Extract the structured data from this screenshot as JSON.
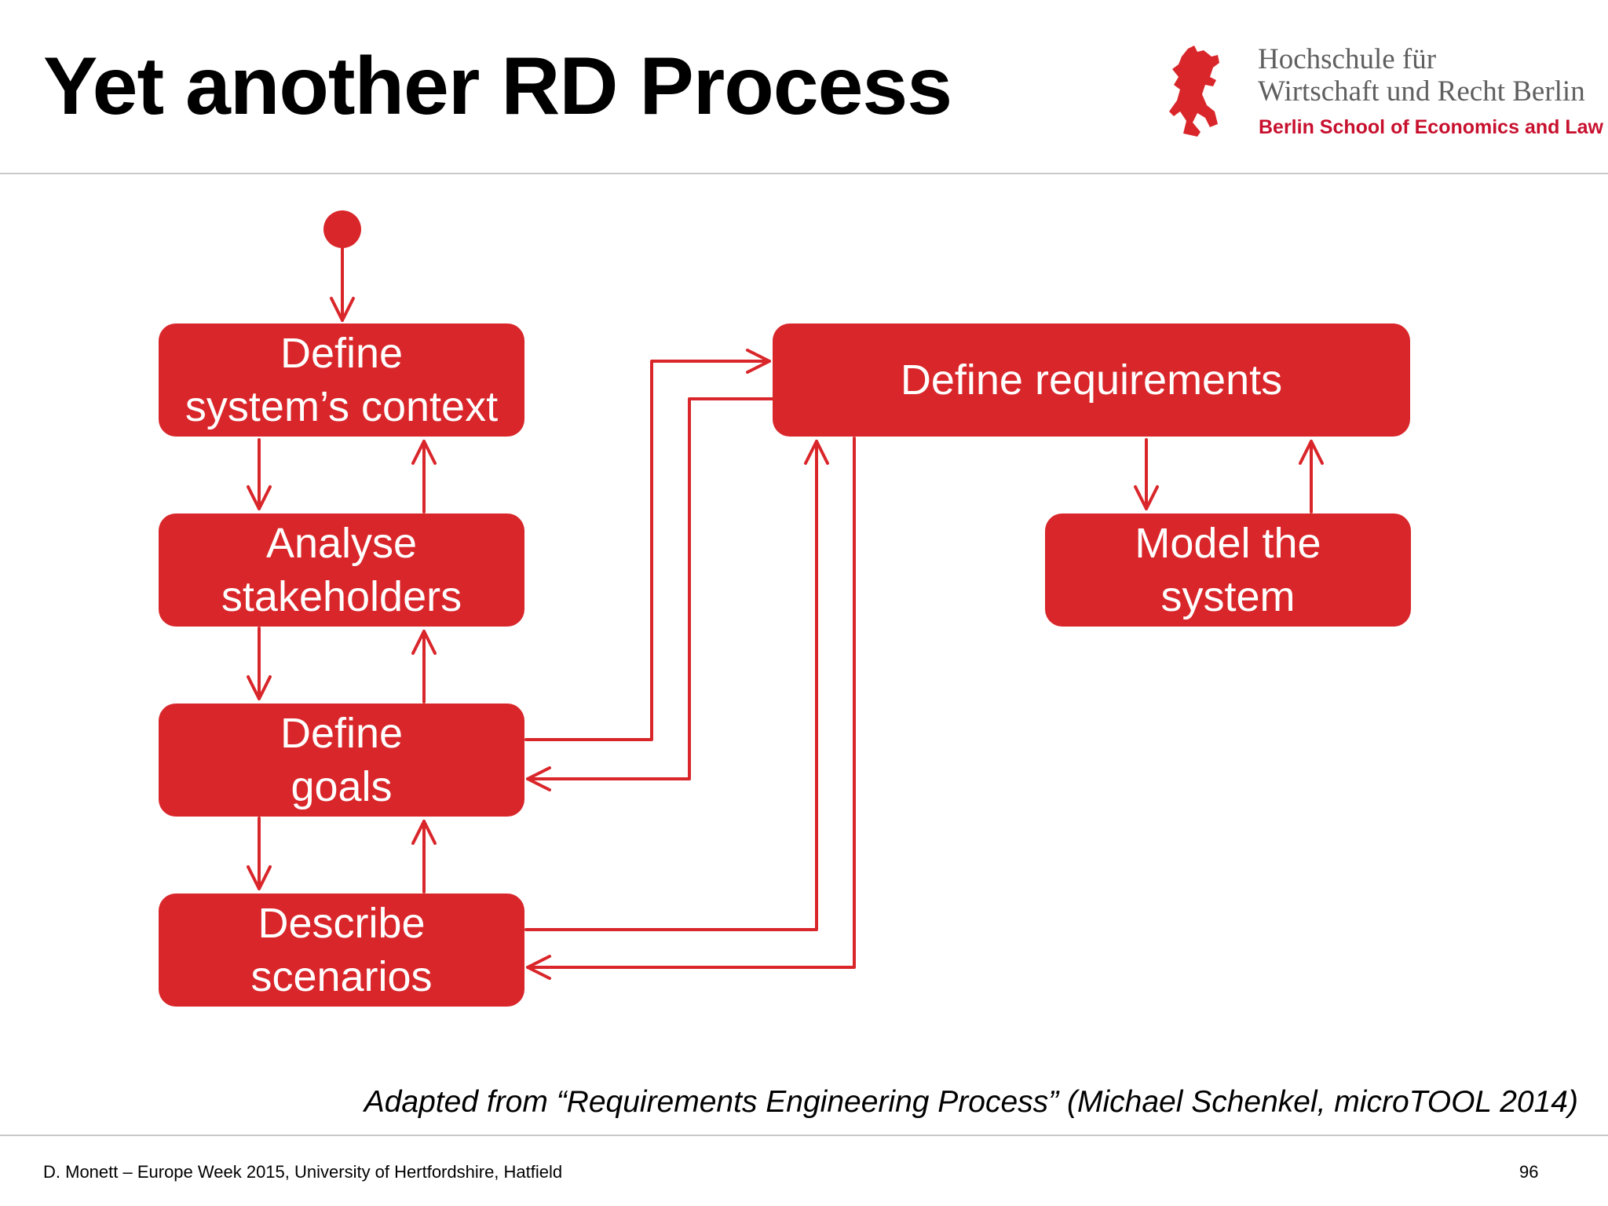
{
  "slide": {
    "title": "Yet another RD Process",
    "citation": "Adapted from “Requirements Engineering Process” (Michael Schenkel, microTOOL 2014)",
    "footer_left": "D. Monett – Europe Week 2015, University of Hertfordshire, Hatfield",
    "page_number": "96"
  },
  "logo": {
    "line1": "Hochschule für",
    "line2": "Wirtschaft und Recht Berlin",
    "line3": "Berlin School of Economics and Law",
    "icon": "berlin-bear-icon"
  },
  "diagram": {
    "boxes": {
      "context": "Define\nsystem’s context",
      "stakeholders": "Analyse\nstakeholders",
      "goals": "Define\ngoals",
      "scenarios": "Describe\nscenarios",
      "requirements": "Define requirements",
      "model": "Model the\nsystem"
    }
  },
  "colors": {
    "accent": "#d9262a",
    "logo_red": "#c8102e",
    "divider": "#c9c9c9"
  }
}
